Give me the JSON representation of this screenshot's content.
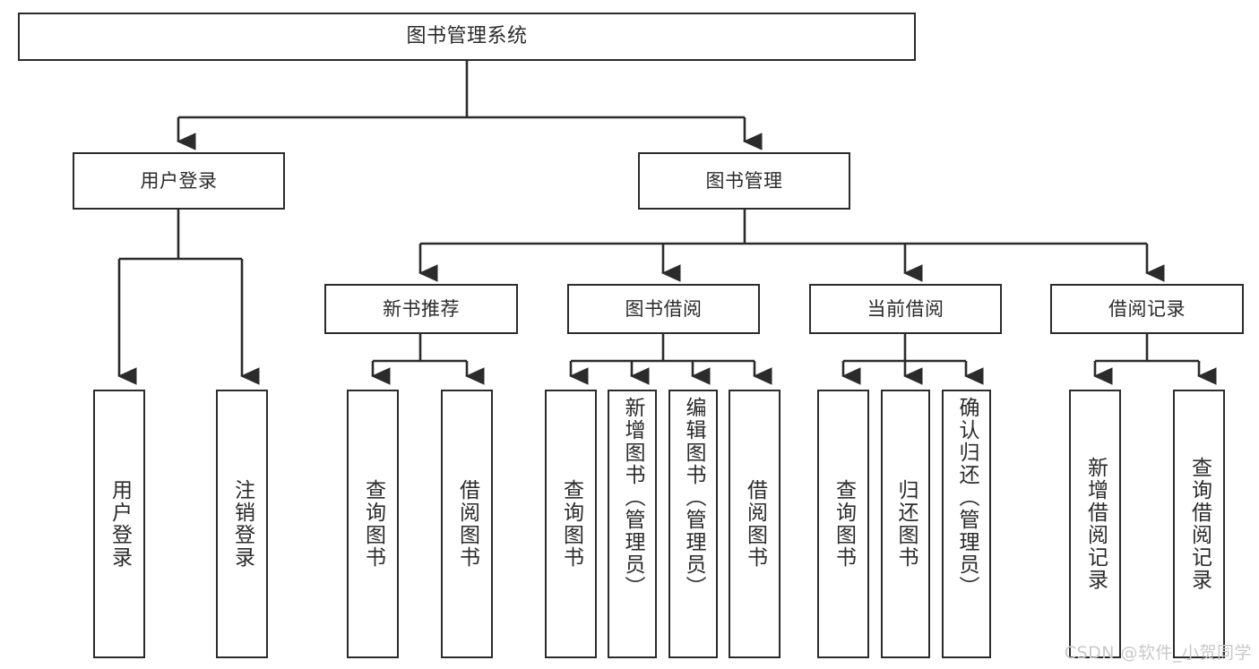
{
  "diagram": {
    "title": "图书管理系统",
    "type": "tree",
    "stroke_color": "#2b2b2b",
    "fill_color": "#ffffff"
  },
  "root": {
    "label": "图书管理系统"
  },
  "level1": [
    {
      "label": "用户登录"
    },
    {
      "label": "图书管理"
    }
  ],
  "level2": [
    {
      "label": "新书推荐"
    },
    {
      "label": "图书借阅"
    },
    {
      "label": "当前借阅"
    },
    {
      "label": "借阅记录"
    }
  ],
  "leaves": {
    "user_login": [
      {
        "label": "用户登录"
      },
      {
        "label": "注销登录"
      }
    ],
    "new_book_recommend": [
      {
        "label": "查询图书"
      },
      {
        "label": "借阅图书"
      }
    ],
    "book_borrow": [
      {
        "label": "查询图书"
      },
      {
        "label": "新增图书（管理员）"
      },
      {
        "label": "编辑图书（管理员）"
      },
      {
        "label": "借阅图书"
      }
    ],
    "current_borrow": [
      {
        "label": "查询图书"
      },
      {
        "label": "归还图书"
      },
      {
        "label": "确认归还（管理员）"
      }
    ],
    "borrow_record": [
      {
        "label": "新增借阅记录"
      },
      {
        "label": "查询借阅记录"
      }
    ]
  },
  "watermark": {
    "text": "CSDN @软件_小贺同学"
  }
}
